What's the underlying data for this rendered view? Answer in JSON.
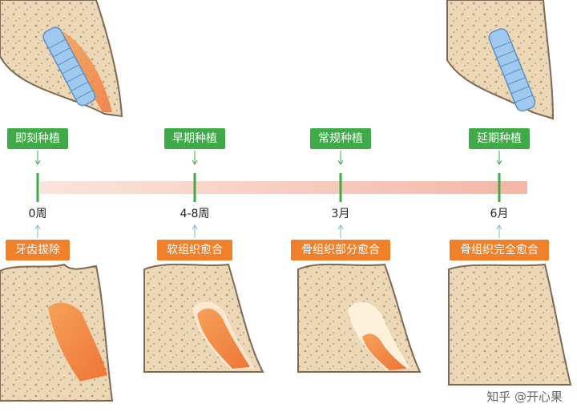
{
  "timeline": {
    "milestones": [
      {
        "time": "0周",
        "top_label": "即刻种植",
        "bottom_label": "牙齿拔除"
      },
      {
        "time": "4-8周",
        "top_label": "早期种植",
        "bottom_label": "软组织愈合"
      },
      {
        "time": "3月",
        "top_label": "常规种植",
        "bottom_label": "骨组织部分愈合"
      },
      {
        "time": "6月",
        "top_label": "延期种植",
        "bottom_label": "骨组织完全愈合"
      }
    ]
  },
  "colors": {
    "green": "#3faa47",
    "orange": "#f0802a",
    "bar": "#f6c9bc",
    "bone": "#ecd8b6",
    "socket": "#f08a44",
    "implant": "#9fc9ee"
  },
  "watermark": "知乎 @开心果"
}
